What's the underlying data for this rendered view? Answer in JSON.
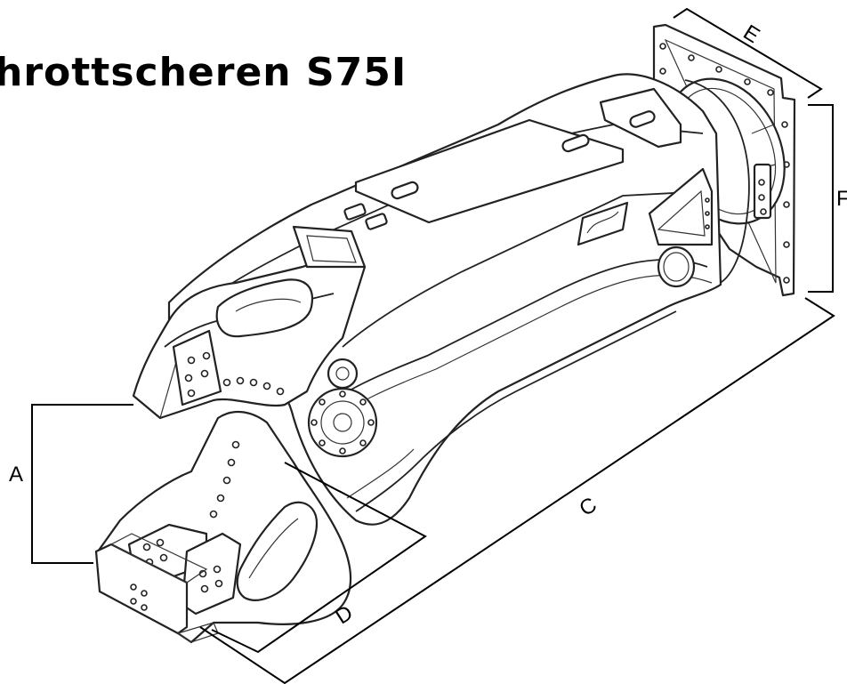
{
  "title": "hrottscheren S75I",
  "dimension_labels": {
    "a": "A",
    "c": "C",
    "d": "D",
    "e": "E",
    "f": "F"
  },
  "colors": {
    "line": "#222222",
    "background": "#ffffff"
  }
}
